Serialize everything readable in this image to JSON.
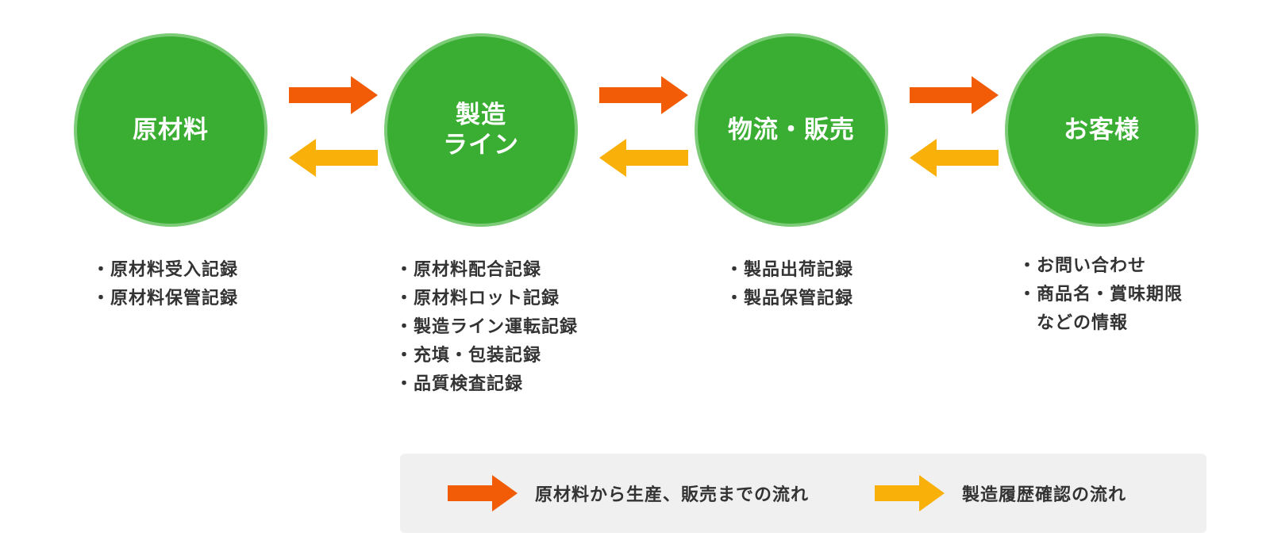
{
  "nodes": [
    {
      "label": "原材料"
    },
    {
      "label": "製造\nライン"
    },
    {
      "label": "物流・販売"
    },
    {
      "label": "お客様"
    }
  ],
  "records": [
    {
      "items": [
        "・原材料受入記録",
        "・原材料保管記録"
      ]
    },
    {
      "items": [
        "・原材料配合記録",
        "・原材料ロット記録",
        "・製造ライン運転記録",
        "・充填・包装記録",
        "・品質検査記録"
      ]
    },
    {
      "items": [
        "・製品出荷記録",
        "・製品保管記録"
      ]
    },
    {
      "items": [
        "・お問い合わせ",
        "・商品名・賞味期限\n　などの情報"
      ]
    }
  ],
  "legend": {
    "forward_label": "原材料から生産、販売までの流れ",
    "backward_label": "製造履歴確認の流れ"
  },
  "colors": {
    "circle_fill": "#3aad33",
    "circle_ring": "#7ccc77",
    "forward_arrow": "#f25c07",
    "backward_arrow": "#f9b008",
    "legend_bg": "#f0f0f0"
  }
}
